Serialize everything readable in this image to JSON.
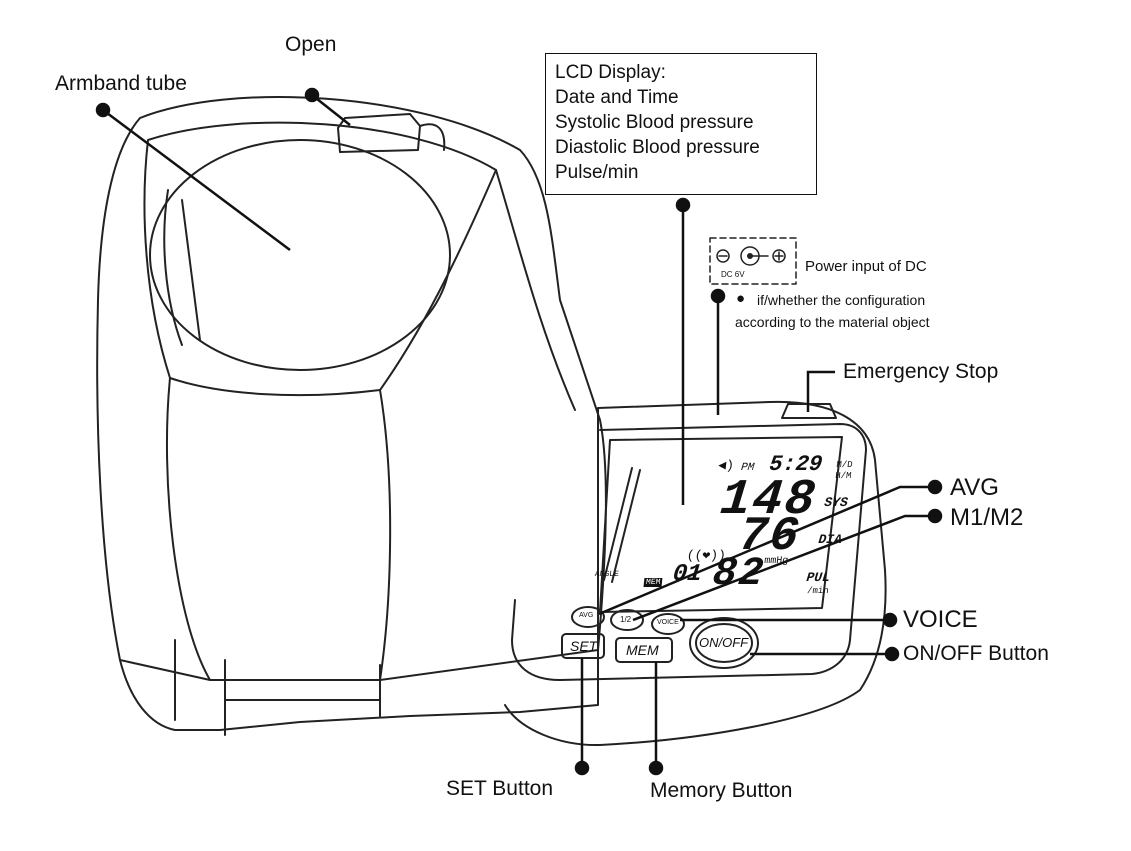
{
  "labels": {
    "open": "Open",
    "armband_tube": "Armband tube",
    "power_input": "Power input of DC",
    "dc_rating": "DC 6V",
    "config_note_line1": "if/whether the configuration",
    "config_note_line2": "according to the material object",
    "emergency_stop": "Emergency Stop",
    "avg": "AVG",
    "m1m2": "M1/M2",
    "voice": "VOICE",
    "onoff_button": "ON/OFF Button",
    "set_button": "SET Button",
    "memory_button": "Memory  Button"
  },
  "lcd_box": {
    "title": "LCD Display:",
    "lines": [
      "Date and Time",
      "Systolic  Blood pressure",
      "Diastolic  Blood pressure",
      "Pulse/min"
    ]
  },
  "screen": {
    "time_period": "PM",
    "time": "5:29",
    "systolic": "148",
    "diastolic": "76",
    "pulse": "82",
    "memory_no": "01",
    "unit": "mmHg",
    "sys_label": "SYS",
    "dia_label": "DIA",
    "pul_label": "PUL",
    "pul_unit": "/min",
    "md_label": "M/D",
    "hm_label": "H/M",
    "mem_tag": "MEM",
    "angle_label": "ANGLE"
  },
  "device_buttons": {
    "avg": "AVG",
    "mem_toggle": "1/2",
    "voice": "VOICE",
    "set": "SET",
    "mem": "MEM",
    "onoff": "ON/OFF"
  }
}
